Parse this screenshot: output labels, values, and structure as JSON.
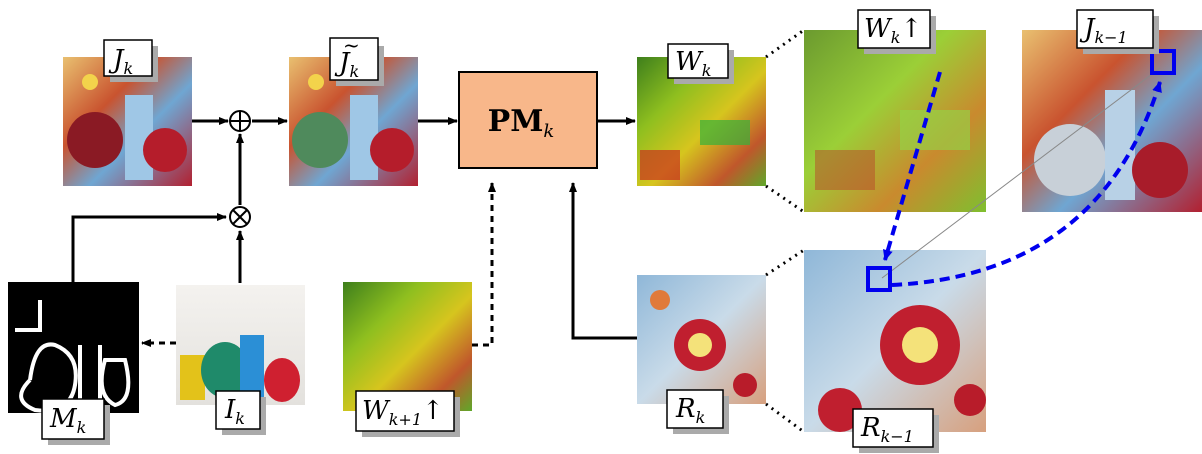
{
  "labels": {
    "J_k": "J",
    "J_k_sub": "k",
    "J_tilde_k": "J",
    "J_tilde_k_sub": "k",
    "J_tilde_mark": "~",
    "PM_k": "PM",
    "PM_k_sub": "k",
    "W_k": "W",
    "W_k_sub": "k",
    "W_k_up": "W",
    "W_k_up_sub": "k",
    "up_arrow": "↑",
    "J_km1": "J",
    "J_km1_sub": "k−1",
    "M_k": "M",
    "M_k_sub": "k",
    "I_k": "I",
    "I_k_sub": "k",
    "W_kp1_up": "W",
    "W_kp1_up_sub": "k+1",
    "R_k": "R",
    "R_k_sub": "k",
    "R_km1": "R",
    "R_km1_sub": "k−1",
    "oplus": "⊕",
    "otimes": "⊗"
  },
  "colors": {
    "pm_box_fill": "#f8b78a",
    "highlight_blue": "#0000ee",
    "arrow_black": "#000000"
  }
}
